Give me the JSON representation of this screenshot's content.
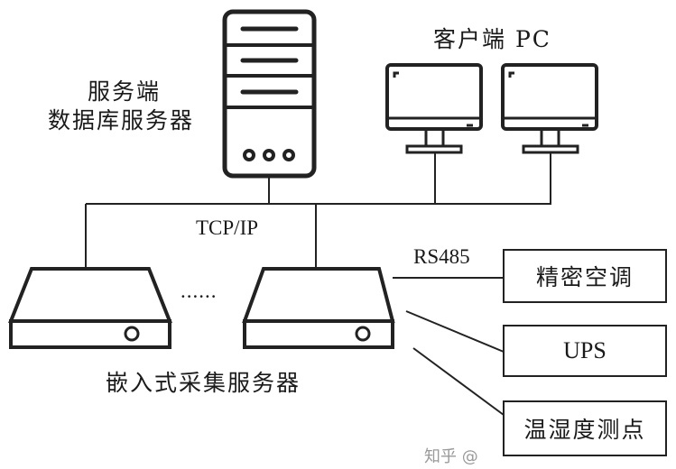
{
  "labels": {
    "server_line1": "服务端",
    "server_line2": "数据库服务器",
    "client": "客户端 PC",
    "protocol_tcp": "TCP/IP",
    "protocol_rs485": "RS485",
    "ellipsis": "......",
    "embedded": "嵌入式采集服务器"
  },
  "devices": [
    {
      "label": "精密空调"
    },
    {
      "label": "UPS"
    },
    {
      "label": "温湿度测点"
    }
  ],
  "watermark": "知乎 @",
  "colors": {
    "stroke": "#222222",
    "background": "#ffffff"
  }
}
